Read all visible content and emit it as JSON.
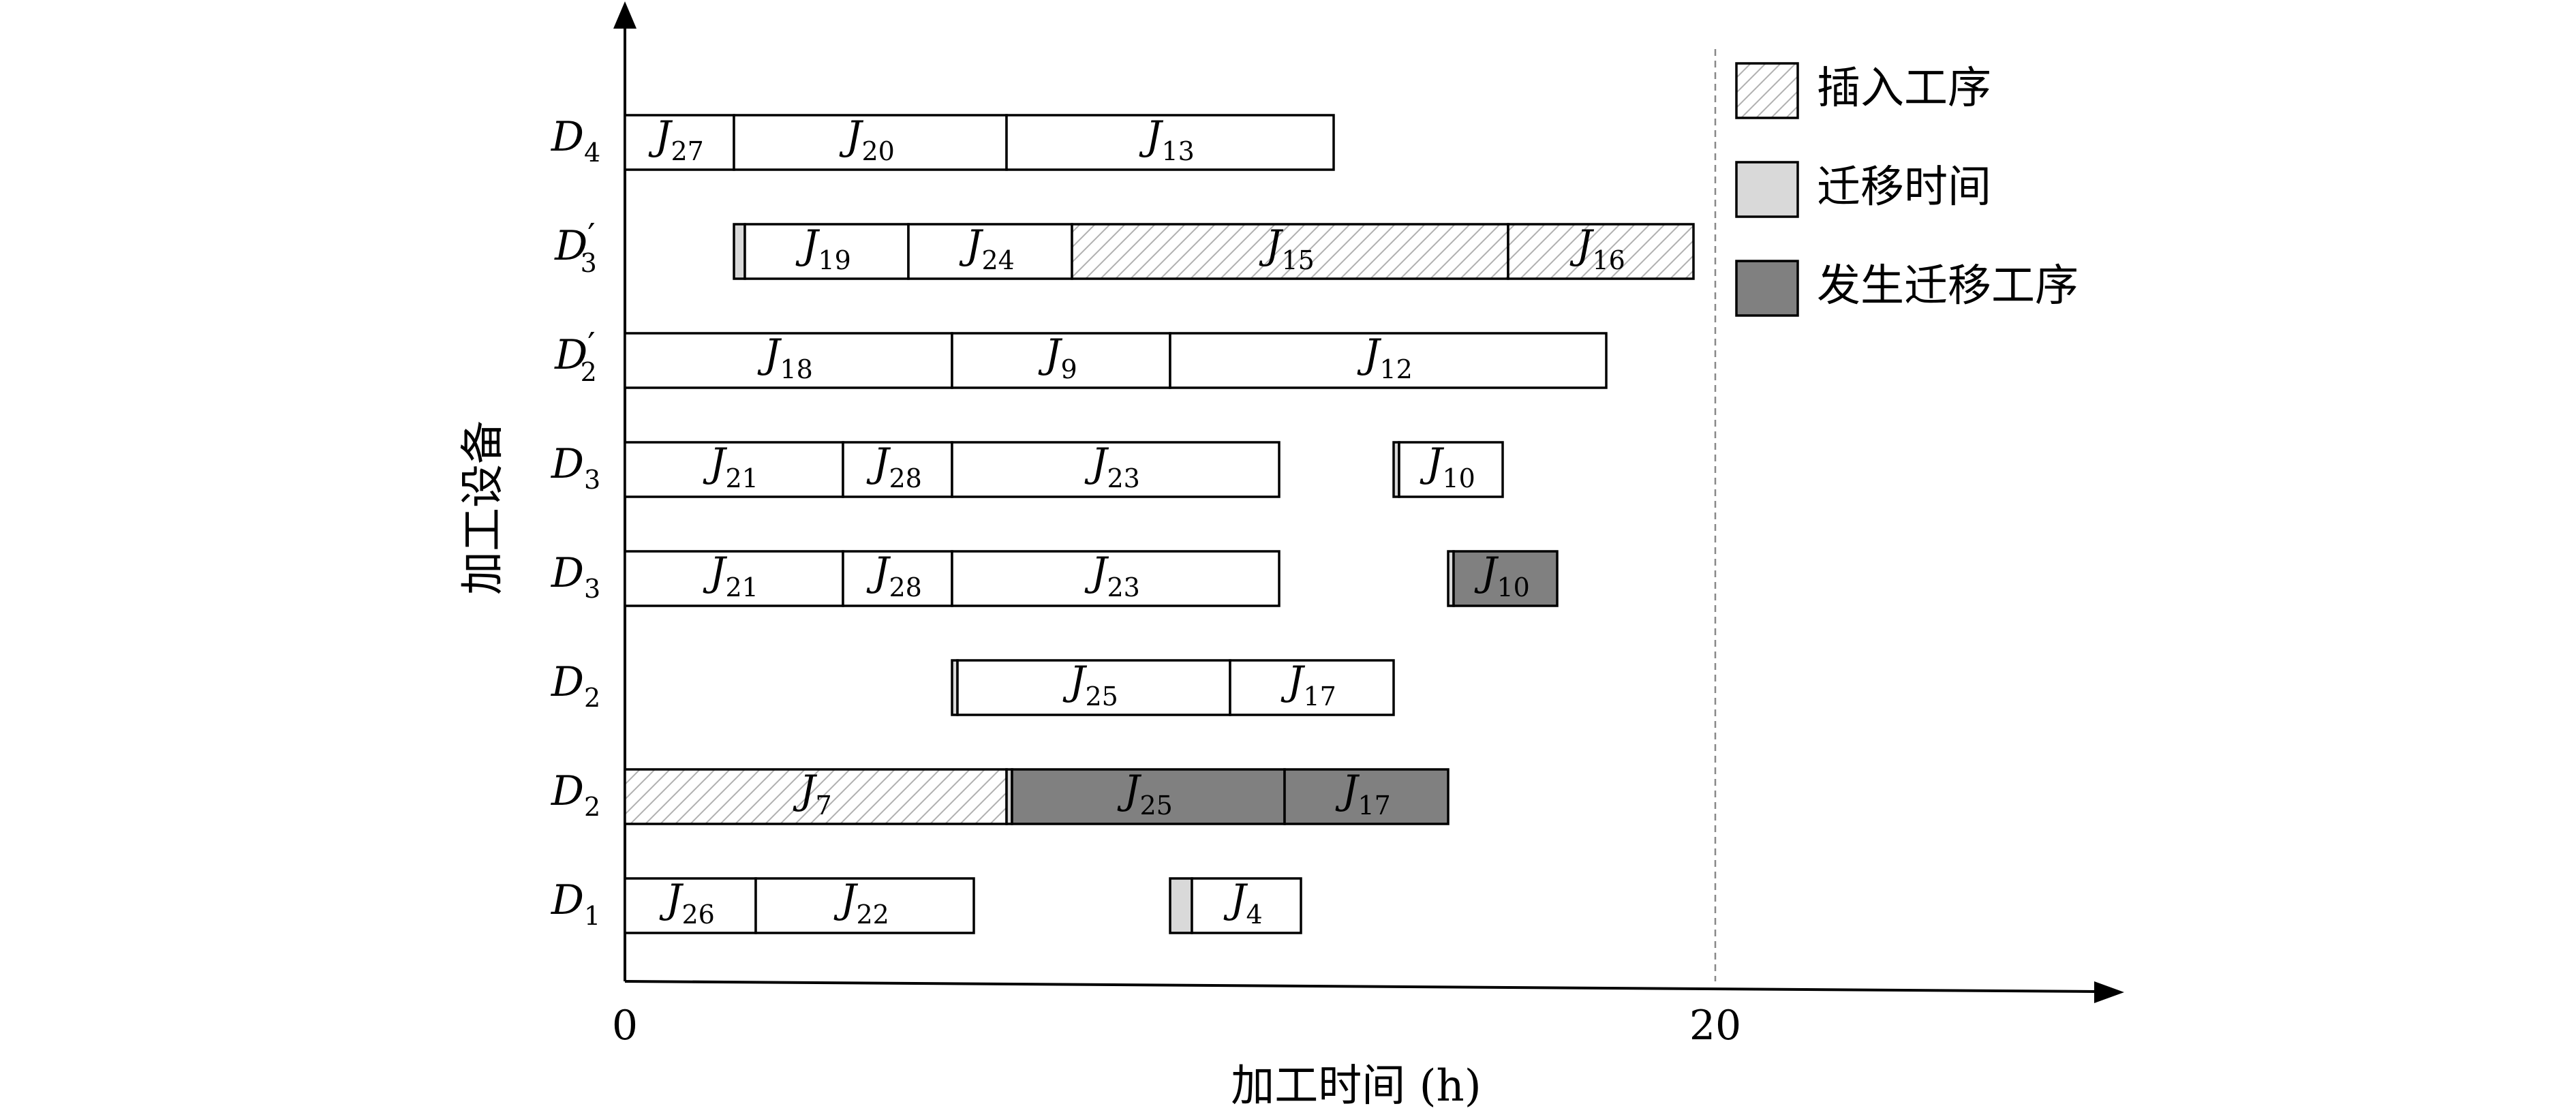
{
  "chart_data": {
    "type": "gantt",
    "xlabel": "加工时间 (h)",
    "ylabel": "加工设备",
    "x_ticks": [
      "0",
      "20"
    ],
    "xlim": [
      0,
      27.5
    ],
    "deadline": 20,
    "rows": [
      {
        "label": "D",
        "sub": "1",
        "prime": false
      },
      {
        "label": "D",
        "sub": "2",
        "prime": false
      },
      {
        "label": "D",
        "sub": "2",
        "prime": false
      },
      {
        "label": "D",
        "sub": "3",
        "prime": false
      },
      {
        "label": "D",
        "sub": "3",
        "prime": false
      },
      {
        "label": "D",
        "sub": "2",
        "prime": true
      },
      {
        "label": "D",
        "sub": "3",
        "prime": true
      },
      {
        "label": "D",
        "sub": "4",
        "prime": false
      }
    ],
    "tasks": [
      {
        "row": 0,
        "start": 0,
        "end": 2.4,
        "name": "J",
        "sub": "26",
        "kind": "normal"
      },
      {
        "row": 0,
        "start": 2.4,
        "end": 6.4,
        "name": "J",
        "sub": "22",
        "kind": "normal"
      },
      {
        "row": 0,
        "start": 10.0,
        "end": 10.4,
        "name": "",
        "sub": "",
        "kind": "migration"
      },
      {
        "row": 0,
        "start": 10.4,
        "end": 12.4,
        "name": "J",
        "sub": "4",
        "kind": "normal"
      },
      {
        "row": 1,
        "start": 0,
        "end": 7.0,
        "name": "J",
        "sub": "7",
        "kind": "inserted"
      },
      {
        "row": 1,
        "start": 7.0,
        "end": 7.1,
        "name": "",
        "sub": "",
        "kind": "migration"
      },
      {
        "row": 1,
        "start": 7.1,
        "end": 12.1,
        "name": "J",
        "sub": "25",
        "kind": "migrated"
      },
      {
        "row": 1,
        "start": 12.1,
        "end": 15.1,
        "name": "J",
        "sub": "17",
        "kind": "migrated"
      },
      {
        "row": 2,
        "start": 6.0,
        "end": 6.1,
        "name": "",
        "sub": "",
        "kind": "migration"
      },
      {
        "row": 2,
        "start": 6.1,
        "end": 11.1,
        "name": "J",
        "sub": "25",
        "kind": "normal"
      },
      {
        "row": 2,
        "start": 11.1,
        "end": 14.1,
        "name": "J",
        "sub": "17",
        "kind": "normal"
      },
      {
        "row": 3,
        "start": 0,
        "end": 4.0,
        "name": "J",
        "sub": "21",
        "kind": "normal"
      },
      {
        "row": 3,
        "start": 4.0,
        "end": 6.0,
        "name": "J",
        "sub": "28",
        "kind": "normal"
      },
      {
        "row": 3,
        "start": 6.0,
        "end": 12.0,
        "name": "J",
        "sub": "23",
        "kind": "normal"
      },
      {
        "row": 3,
        "start": 15.1,
        "end": 15.2,
        "name": "",
        "sub": "",
        "kind": "migration"
      },
      {
        "row": 3,
        "start": 15.2,
        "end": 17.1,
        "name": "J",
        "sub": "10",
        "kind": "migrated"
      },
      {
        "row": 4,
        "start": 0,
        "end": 4.0,
        "name": "J",
        "sub": "21",
        "kind": "normal"
      },
      {
        "row": 4,
        "start": 4.0,
        "end": 6.0,
        "name": "J",
        "sub": "28",
        "kind": "normal"
      },
      {
        "row": 4,
        "start": 6.0,
        "end": 12.0,
        "name": "J",
        "sub": "23",
        "kind": "normal"
      },
      {
        "row": 4,
        "start": 14.1,
        "end": 14.2,
        "name": "",
        "sub": "",
        "kind": "migration"
      },
      {
        "row": 4,
        "start": 14.2,
        "end": 16.1,
        "name": "J",
        "sub": "10",
        "kind": "normal"
      },
      {
        "row": 5,
        "start": 0,
        "end": 6.0,
        "name": "J",
        "sub": "18",
        "kind": "normal"
      },
      {
        "row": 5,
        "start": 6.0,
        "end": 10.0,
        "name": "J",
        "sub": "9",
        "kind": "normal"
      },
      {
        "row": 5,
        "start": 10.0,
        "end": 18.0,
        "name": "J",
        "sub": "12",
        "kind": "normal"
      },
      {
        "row": 6,
        "start": 2.0,
        "end": 2.2,
        "name": "",
        "sub": "",
        "kind": "migration"
      },
      {
        "row": 6,
        "start": 2.2,
        "end": 5.2,
        "name": "J",
        "sub": "19",
        "kind": "normal"
      },
      {
        "row": 6,
        "start": 5.2,
        "end": 8.2,
        "name": "J",
        "sub": "24",
        "kind": "normal"
      },
      {
        "row": 6,
        "start": 8.2,
        "end": 16.2,
        "name": "J",
        "sub": "15",
        "kind": "inserted"
      },
      {
        "row": 6,
        "start": 16.2,
        "end": 19.6,
        "name": "J",
        "sub": "16",
        "kind": "inserted"
      },
      {
        "row": 7,
        "start": 0,
        "end": 2.0,
        "name": "J",
        "sub": "27",
        "kind": "normal"
      },
      {
        "row": 7,
        "start": 2.0,
        "end": 7.0,
        "name": "J",
        "sub": "20",
        "kind": "normal"
      },
      {
        "row": 7,
        "start": 7.0,
        "end": 13.0,
        "name": "J",
        "sub": "13",
        "kind": "normal"
      }
    ],
    "legend": {
      "position": "top-right",
      "items": [
        {
          "kind": "inserted",
          "label": "插入工序"
        },
        {
          "kind": "migration",
          "label": "迁移时间"
        },
        {
          "kind": "migrated",
          "label": "发生迁移工序"
        }
      ]
    },
    "colors": {
      "normal": "#ffffff",
      "migration": "#d9d9d9",
      "migrated": "#808080",
      "hatch": "#b0b0b0",
      "stroke": "#000000",
      "deadline": "#888888"
    }
  }
}
